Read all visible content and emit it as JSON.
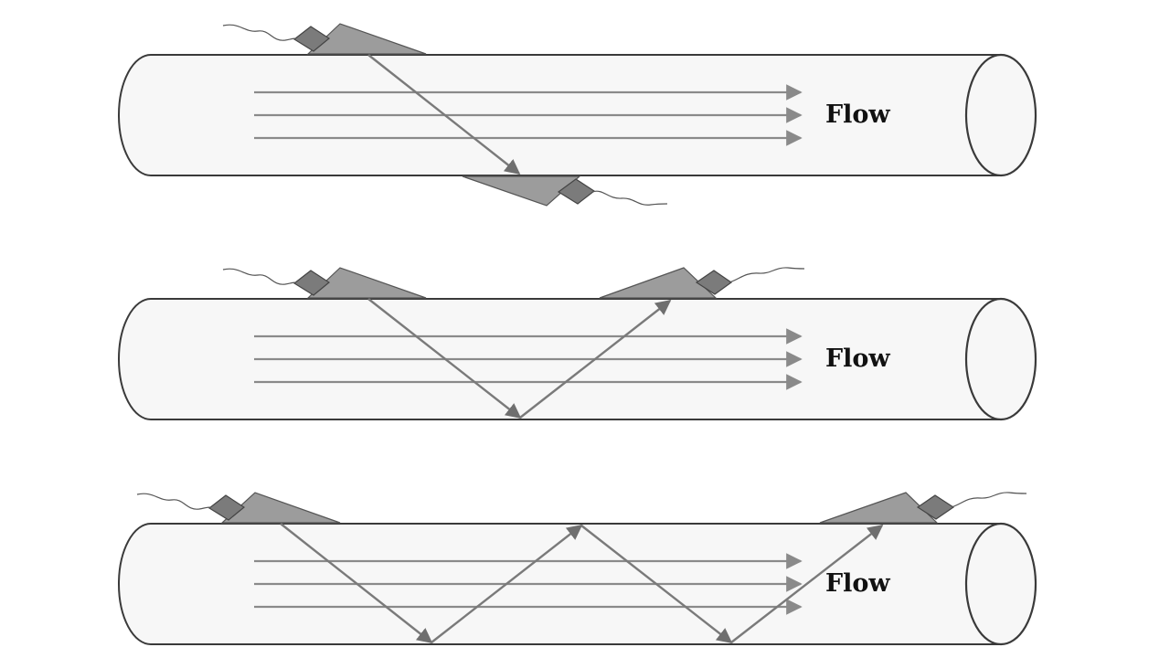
{
  "diagram": {
    "panels": [
      {
        "id": "z-mode",
        "flow_label": "Flow"
      },
      {
        "id": "v-mode",
        "flow_label": "Flow"
      },
      {
        "id": "w-mode",
        "flow_label": "Flow"
      }
    ],
    "colors": {
      "pipe_fill": "#f7f7f7",
      "pipe_outline": "#3a3a3a",
      "flow_arrows": "#8a8a8a",
      "ultrasonic_path": "#7a7a7a",
      "transducer_wedge": "#9c9c9c",
      "transducer_housing": "#7b7b7b"
    }
  }
}
